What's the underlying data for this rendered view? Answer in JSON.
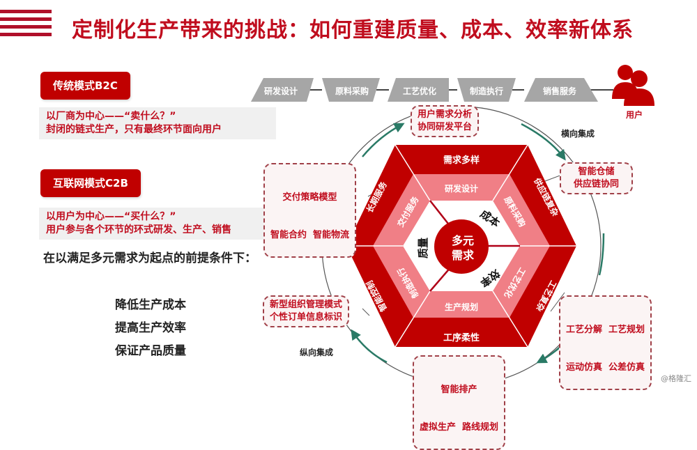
{
  "title": "定制化生产带来的挑战：如何重建质量、成本、效率新体系",
  "traditional": {
    "label": "传统模式B2C",
    "lines": [
      "以厂商为中心——“卖什么？”",
      "封闭的链式生产，只有最终环节面向用户"
    ]
  },
  "internet": {
    "label": "互联网模式C2B",
    "lines": [
      "以用户为中心——“买什么？”",
      "用户参与各个环节的环式研发、生产、销售"
    ]
  },
  "premise": "在以满足多元需求为起点的前提条件下：",
  "goals": [
    "降低生产成本",
    "提高生产效率",
    "保证产品质量"
  ],
  "chain": {
    "steps": [
      "研发设计",
      "原料采购",
      "工艺优化",
      "制造执行",
      "销售服务"
    ],
    "user_label": "用户",
    "icon": "users-icon"
  },
  "integration": {
    "horizontal": "横向集成",
    "vertical": "纵向集成"
  },
  "outer_boxes": {
    "top": [
      "用户需求分析",
      "协同研发平台"
    ],
    "top_right": [
      "智能仓储",
      "供应链协同"
    ],
    "bottom_right": [
      "工艺分解  工艺规划",
      "运动仿真  公差仿真"
    ],
    "bottom": [
      "智能排产",
      "虚拟生产  路线规划"
    ],
    "bottom_left": [
      "新型组织管理模式",
      "个性订单信息标识"
    ],
    "top_left": [
      "交付策略模型",
      "智能合约  智能物流"
    ]
  },
  "hexagon": {
    "outer": {
      "top": "需求多样",
      "top_right": "供应链复杂",
      "bottom_right": "工艺复杂",
      "bottom": "工序柔性",
      "bottom_left": "智能控制",
      "top_left": "长期服务"
    },
    "middle": {
      "top": "研发设计",
      "top_right": "原料采购",
      "bottom_right": "工艺优化",
      "bottom": "生产规划",
      "bottom_left": "制造执行",
      "top_left": "交付服务"
    },
    "inner": {
      "cost": "成本",
      "quality": "质量",
      "efficiency": "效率"
    },
    "center": [
      "多元",
      "需求"
    ]
  },
  "colors": {
    "brand_red": "#c00000",
    "light_red": "#f07f86",
    "chain_gray": "#a6a6a6",
    "arrow_teal": "#2a7a66"
  },
  "watermark": "@格隆汇"
}
